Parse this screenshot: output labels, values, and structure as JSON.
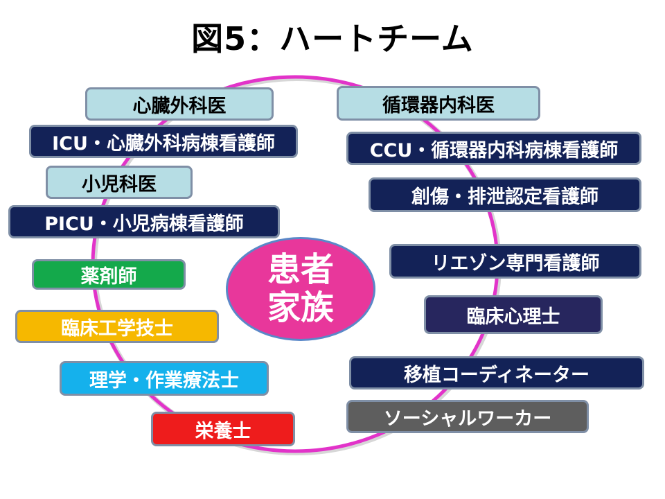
{
  "title": "図5：ハートチーム",
  "center": {
    "line1": "患者",
    "line2": "家族"
  },
  "left_roles": [
    "心臓外科医",
    "ICU・心臓外科病棟看護師",
    "小児科医",
    "PICU・小児病棟看護師",
    "薬剤師",
    "臨床工学技士",
    "理学・作業療法士",
    "栄養士"
  ],
  "right_roles": [
    "循環器内科医",
    "CCU・循環器内科病棟看護師",
    "創傷・排泄認定看護師",
    "リエゾン専門看護師",
    "臨床心理士",
    "移植コーディネーター",
    "ソーシャルワーカー"
  ],
  "colors": {
    "ring": "#e233c9",
    "center_fill": "#e8379b",
    "physician_box": "#b6dde4",
    "nurse_box": "#132257",
    "pharmacist": "#14a94b",
    "engineer": "#f6b800",
    "therapist": "#15b1ec",
    "nutritionist": "#ee1c1c",
    "psychologist": "#27265e",
    "social_worker": "#5e5e5e"
  }
}
